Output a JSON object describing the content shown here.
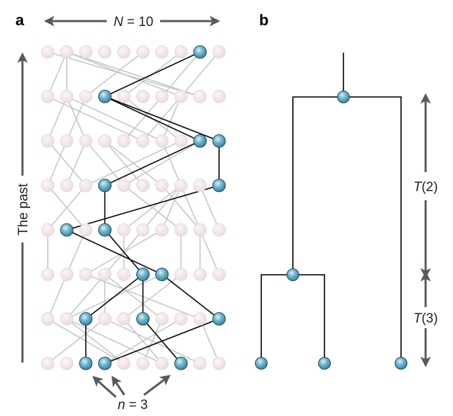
{
  "panel_a": {
    "label": "a",
    "population_label": {
      "var": "N",
      "text": " = 10"
    },
    "time_axis_label": "The past",
    "sample_label": {
      "var": "n",
      "text": " = 3"
    },
    "population_size": 10,
    "generations": 8,
    "generation_order": "top row = most ancient; bottom row = present",
    "sampled_present": [
      2,
      3,
      7
    ],
    "lineage_nodes": [
      [
        8
      ],
      [
        3
      ],
      [
        8,
        9
      ],
      [
        3,
        9
      ],
      [
        1,
        3
      ],
      [
        5,
        6
      ],
      [
        2,
        5,
        9
      ],
      [
        2,
        3,
        7
      ]
    ],
    "lineage_links": [
      [
        [
          8,
          3
        ]
      ],
      [
        [
          3,
          8
        ],
        [
          3,
          9
        ]
      ],
      [
        [
          8,
          3
        ],
        [
          9,
          9
        ]
      ],
      [
        [
          3,
          3
        ],
        [
          9,
          1
        ]
      ],
      [
        [
          1,
          6
        ],
        [
          3,
          5
        ]
      ],
      [
        [
          5,
          2
        ],
        [
          5,
          5
        ],
        [
          6,
          9
        ]
      ],
      [
        [
          2,
          2
        ],
        [
          9,
          3
        ],
        [
          5,
          7
        ]
      ]
    ],
    "background_links": [
      [
        [
          0,
          8
        ],
        [
          1,
          1
        ],
        [
          1,
          7
        ],
        [
          1,
          8
        ],
        [
          5,
          2
        ],
        [
          7,
          4
        ],
        [
          8,
          6
        ],
        [
          9,
          7
        ],
        [
          1,
          0
        ]
      ],
      [
        [
          0,
          5
        ],
        [
          1,
          0
        ],
        [
          1,
          2
        ],
        [
          1,
          6
        ],
        [
          2,
          1
        ],
        [
          6,
          4
        ],
        [
          7,
          5
        ],
        [
          7,
          6
        ],
        [
          4,
          7
        ]
      ],
      [
        [
          1,
          0
        ],
        [
          2,
          1
        ],
        [
          3,
          5
        ],
        [
          3,
          6
        ],
        [
          6,
          7
        ],
        [
          7,
          2
        ],
        [
          8,
          4
        ],
        [
          0,
          2
        ],
        [
          2,
          4
        ]
      ],
      [
        [
          0,
          2
        ],
        [
          2,
          0
        ],
        [
          4,
          7
        ],
        [
          7,
          4
        ],
        [
          7,
          6
        ],
        [
          7,
          8
        ],
        [
          8,
          9
        ],
        [
          6,
          8
        ],
        [
          7,
          5
        ]
      ],
      [
        [
          0,
          0
        ],
        [
          2,
          1
        ],
        [
          4,
          4
        ],
        [
          5,
          3
        ],
        [
          7,
          7
        ],
        [
          8,
          8
        ],
        [
          8,
          9
        ],
        [
          6,
          2
        ]
      ],
      [
        [
          1,
          0
        ],
        [
          3,
          3
        ],
        [
          3,
          6
        ],
        [
          2,
          8
        ],
        [
          6,
          1
        ],
        [
          7,
          4
        ],
        [
          3,
          1
        ]
      ],
      [
        [
          0,
          4
        ],
        [
          1,
          6
        ],
        [
          3,
          0
        ],
        [
          4,
          6
        ],
        [
          6,
          5
        ],
        [
          7,
          3
        ],
        [
          8,
          9
        ],
        [
          3,
          8
        ],
        [
          1,
          4
        ]
      ]
    ],
    "colors": {
      "lineage_node": "#5ba3bf",
      "background_node": "#f1e4e9",
      "lineage_line": "#111111",
      "background_line": "#c4c8ca",
      "arrow": "#555a5e"
    }
  },
  "panel_b": {
    "label": "b",
    "intervals": [
      {
        "var": "T",
        "text": "(2)"
      },
      {
        "var": "T",
        "text": "(3)"
      }
    ],
    "tree": {
      "leaves": 3,
      "first_coalescence": "leaves 1 and 2",
      "second_coalescence": "ancestor of 1,2 with leaf 3"
    }
  }
}
